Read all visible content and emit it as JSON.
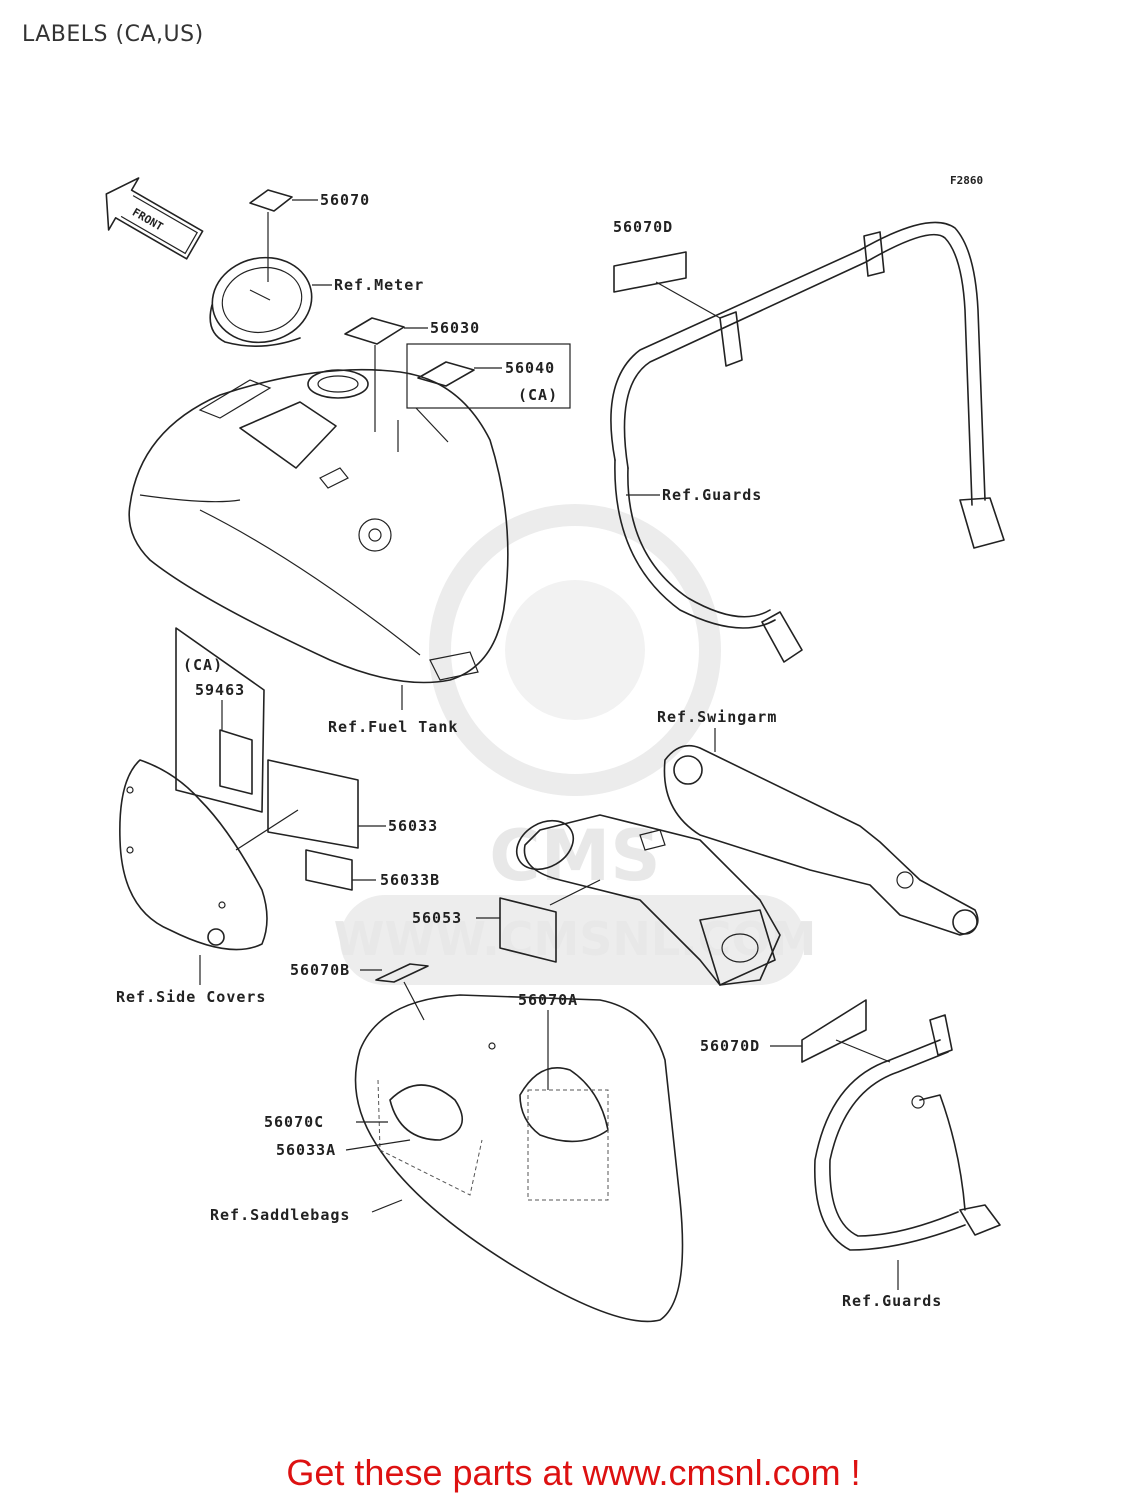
{
  "page": {
    "title": "LABELS (CA,US)",
    "figure_code": "F2860",
    "footer": "Get these parts at www.cmsnl.com !"
  },
  "watermark": {
    "text": "WWW.CMSNL.COM",
    "logo": "CMS"
  },
  "front_arrow": "FRONT",
  "callouts": {
    "p56070": "56070",
    "ref_meter": "Ref.Meter",
    "p56030": "56030",
    "p56040": "56040",
    "ca_56040": "(CA)",
    "p56070D_top": "56070D",
    "ref_guards_top": "Ref.Guards",
    "ca_59463": "(CA)",
    "p59463": "59463",
    "ref_fuel_tank": "Ref.Fuel Tank",
    "ref_swingarm": "Ref.Swingarm",
    "p56033": "56033",
    "p56033B": "56033B",
    "p56053": "56053",
    "p56070B": "56070B",
    "ref_side_covers": "Ref.Side Covers",
    "p56070A": "56070A",
    "p56070D_bottom": "56070D",
    "p56070C": "56070C",
    "p56033A": "56033A",
    "ref_saddlebags": "Ref.Saddlebags",
    "ref_guards_bottom": "Ref.Guards"
  },
  "colors": {
    "footer": "#dd1111",
    "lines": "#222222",
    "watermark": "#e8e8e8"
  }
}
